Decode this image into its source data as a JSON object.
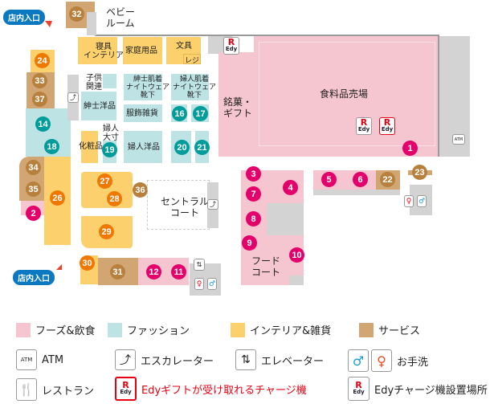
{
  "entrances": [
    "店内入口",
    "店内入口"
  ],
  "rooms": {
    "baby": "ベビー\nルーム",
    "shingu": "寝具\nインテリア",
    "katei": "家庭用品",
    "bungu": "文具",
    "reji": "レジ",
    "meika": "銘菓・\nギフト",
    "food": "食料品売場",
    "kodomo": "子供\n関連",
    "shinshi_hadagi": "紳士肌着\nナイトウェア\n靴下",
    "fujin_hadagi": "婦人肌着\nナイトウェア\n靴下",
    "shinshi_yohin": "紳士洋品",
    "fukushoku": "服飾雑貨",
    "keshohin": "化粧品",
    "fujin_taisun": "婦人\n大寸",
    "fujin_yohin": "婦人洋品",
    "central": "セントラル\nコート",
    "foodcourt": "フード\nコート",
    "atm": "ATM"
  },
  "shops": {
    "s1": "1",
    "s2": "2",
    "s3": "3",
    "s4": "4",
    "s5": "5",
    "s6": "6",
    "s7": "7",
    "s8": "8",
    "s9": "9",
    "s10": "10",
    "s11": "11",
    "s12": "12",
    "s14": "14",
    "s16": "16",
    "s17": "17",
    "s18": "18",
    "s19": "19",
    "s20": "20",
    "s21": "21",
    "s22": "22",
    "s23": "23",
    "s24": "24",
    "s26": "26",
    "s27": "27",
    "s28": "28",
    "s29": "29",
    "s30": "30",
    "s31": "31",
    "s32": "32",
    "s33": "33",
    "s34": "34",
    "s35": "35",
    "s36": "36",
    "s37": "37"
  },
  "legend": {
    "food": "フーズ&飲食",
    "fashion": "ファッション",
    "interior": "インテリア&雑貨",
    "service": "サービス",
    "atm_icon": "ATM",
    "atm": "ATM",
    "escalator": "エスカレーター",
    "elevator": "エレベーター",
    "toilet": "お手洗",
    "restaurant": "レストラン",
    "edy_gift": "Edyギフトが受け取れるチャージ機",
    "edy_charge": "Edyチャージ機設置場所",
    "edy_r": "R",
    "edy_e": "Edy"
  },
  "colors": {
    "food": "#f5c6cf",
    "fashion": "#bde3e5",
    "interior": "#fdd06e",
    "service": "#d2a672",
    "edy_red": "#e60012"
  }
}
